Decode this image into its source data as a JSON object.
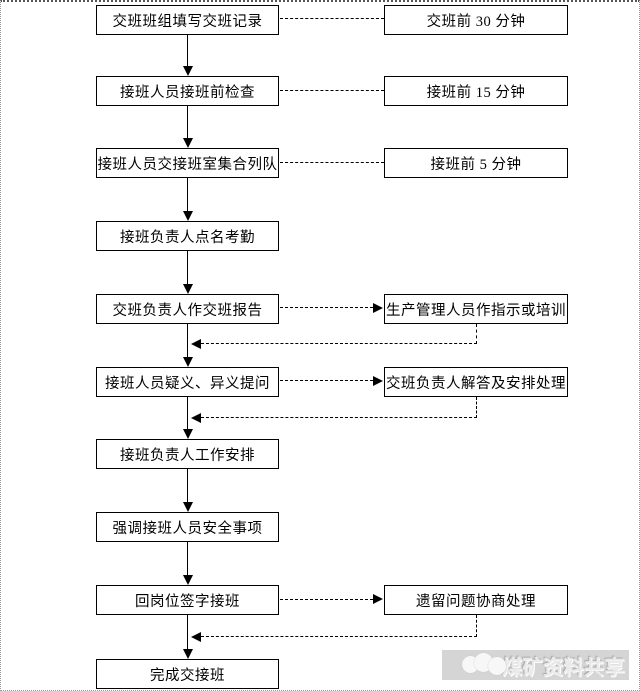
{
  "flow": {
    "left": [
      {
        "label": "交班班组填写交班记录"
      },
      {
        "label": "接班人员接班前检查"
      },
      {
        "label": "接班人员交接班室集合列队"
      },
      {
        "label": "接班负责人点名考勤"
      },
      {
        "label": "交班负责人作交班报告"
      },
      {
        "label": "接班人员疑义、异义提问"
      },
      {
        "label": "接班负责人工作安排"
      },
      {
        "label": "强调接班人员安全事项"
      },
      {
        "label": "回岗位签字接班"
      },
      {
        "label": "完成交接班"
      }
    ],
    "right": [
      {
        "label": "交班前 30 分钟"
      },
      {
        "label": "接班前 15 分钟"
      },
      {
        "label": "接班前 5 分钟"
      },
      {
        "label": "生产管理人员作指示或培训"
      },
      {
        "label": "交班负责人解答及安排处理"
      },
      {
        "label": "遗留问题协商处理"
      }
    ]
  },
  "watermark": {
    "text": "煤矿资料共享"
  },
  "colors": {
    "box_border": "#000000",
    "line_color": "#000000",
    "watermark_bg": "#d5d5d5",
    "background": "#ffffff"
  }
}
